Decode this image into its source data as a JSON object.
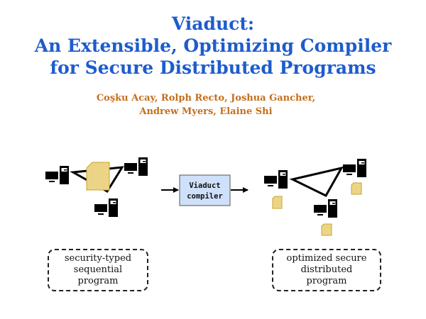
{
  "title": {
    "lines": [
      "Viaduct:",
      "An Extensible, Optimizing Compiler",
      "for Secure Distributed Programs"
    ],
    "color": "#1e5ccc"
  },
  "authors": {
    "lines": [
      "Coşku Acay, Rolph Recto, Joshua Gancher,",
      "Andrew Myers, Elaine Shi"
    ],
    "color": "#c36f1b"
  },
  "compiler": {
    "lines": [
      "Viaduct",
      "compiler"
    ],
    "fill": "#cfe0fa"
  },
  "input_label": {
    "lines": [
      "security-typed",
      "sequential",
      "program"
    ]
  },
  "output_label": {
    "lines": [
      "optimized secure",
      "distributed",
      "program"
    ]
  },
  "icons": {
    "host": "computer-icon",
    "program": "document-icon",
    "flow": "arrow-right-icon"
  },
  "colors": {
    "document_fill": "#ecd487",
    "document_stroke": "#c9a42a"
  }
}
